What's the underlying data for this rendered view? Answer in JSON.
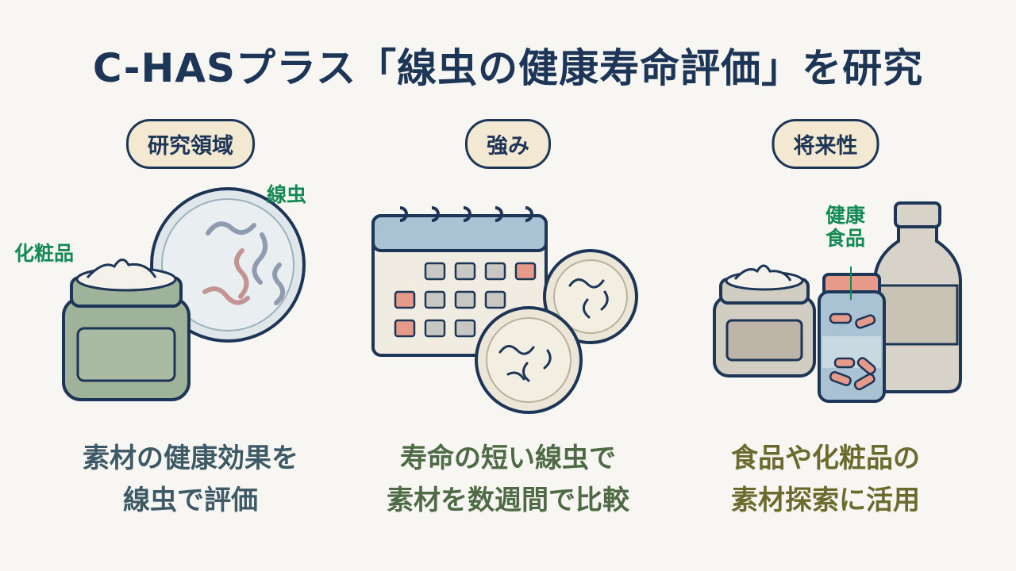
{
  "title": "C-HASプラス「線虫の健康寿命評価」を研究",
  "columns": [
    {
      "pill": "研究領域",
      "labels": [
        "化粧品",
        "線虫"
      ],
      "caption": [
        "素材の健康効果を",
        "線虫で評価"
      ]
    },
    {
      "pill": "強み",
      "caption": [
        "寿命の短い線虫で",
        "素材を数週間で比較"
      ]
    },
    {
      "pill": "将来性",
      "labels": [
        "健康",
        "食品"
      ],
      "caption": [
        "食品や化粧品の",
        "素材探索に活用"
      ]
    }
  ],
  "colors": {
    "title": "#1d3557",
    "label": "#168a55",
    "caption_1": "#3d5a66",
    "caption_2": "#4e6b45",
    "caption_3": "#6b6b2e"
  }
}
